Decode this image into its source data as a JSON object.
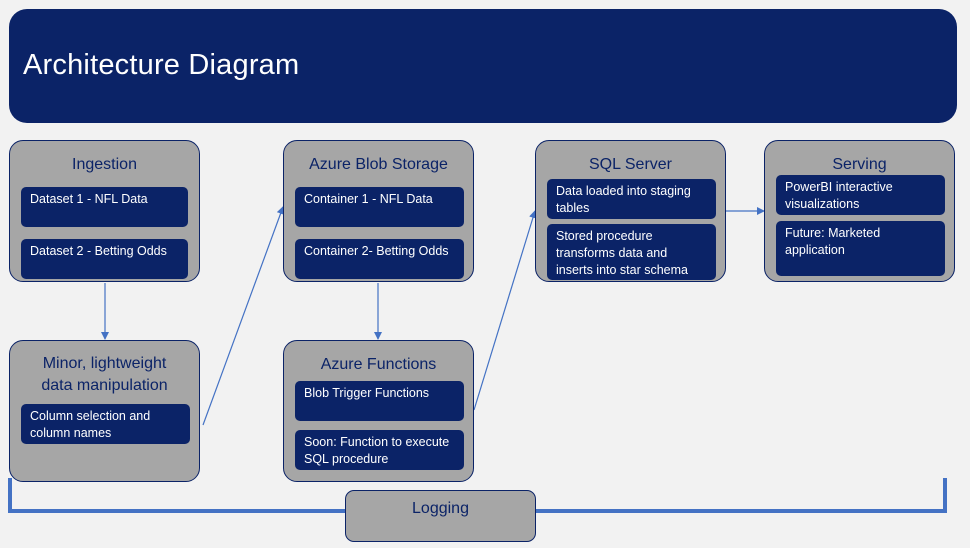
{
  "header": {
    "title": "Architecture Diagram"
  },
  "stages": {
    "ingestion": {
      "title": "Ingestion",
      "items": [
        "Dataset 1 - NFL Data",
        "Dataset 2 - Betting Odds"
      ]
    },
    "manipulation": {
      "title_line1": "Minor, lightweight",
      "title_line2": "data manipulation",
      "items": [
        "Column selection and column names"
      ]
    },
    "blob": {
      "title": "Azure Blob Storage",
      "items": [
        "Container 1 - NFL Data",
        "Container 2- Betting Odds"
      ]
    },
    "functions": {
      "title": "Azure Functions",
      "items": [
        "Blob Trigger Functions",
        "Soon: Function to execute SQL procedure"
      ]
    },
    "sql": {
      "title": "SQL Server",
      "items": [
        "Data loaded into staging tables",
        "Stored procedure transforms data and inserts into star schema"
      ]
    },
    "serving": {
      "title": "Serving",
      "items": [
        "PowerBI interactive visualizations",
        "Future: Marketed application"
      ]
    }
  },
  "logging": {
    "label": "Logging"
  },
  "colors": {
    "navy": "#0b2367",
    "box_gray": "#a6a6a6",
    "background": "#f2f2f2",
    "connector": "#4472c4"
  }
}
